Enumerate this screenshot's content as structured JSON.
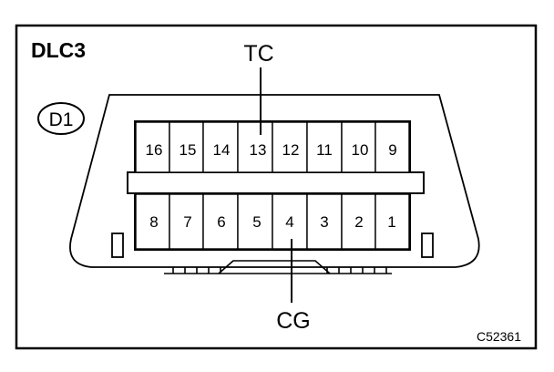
{
  "title": "DLC3",
  "connector_id": "D1",
  "top_label": "TC",
  "bottom_label": "CG",
  "figure_code": "C52361",
  "top_row_pins": [
    "16",
    "15",
    "14",
    "13",
    "12",
    "11",
    "10",
    "9"
  ],
  "bottom_row_pins": [
    "8",
    "7",
    "6",
    "5",
    "4",
    "3",
    "2",
    "1"
  ],
  "colors": {
    "line": "#000000",
    "background": "#ffffff"
  }
}
